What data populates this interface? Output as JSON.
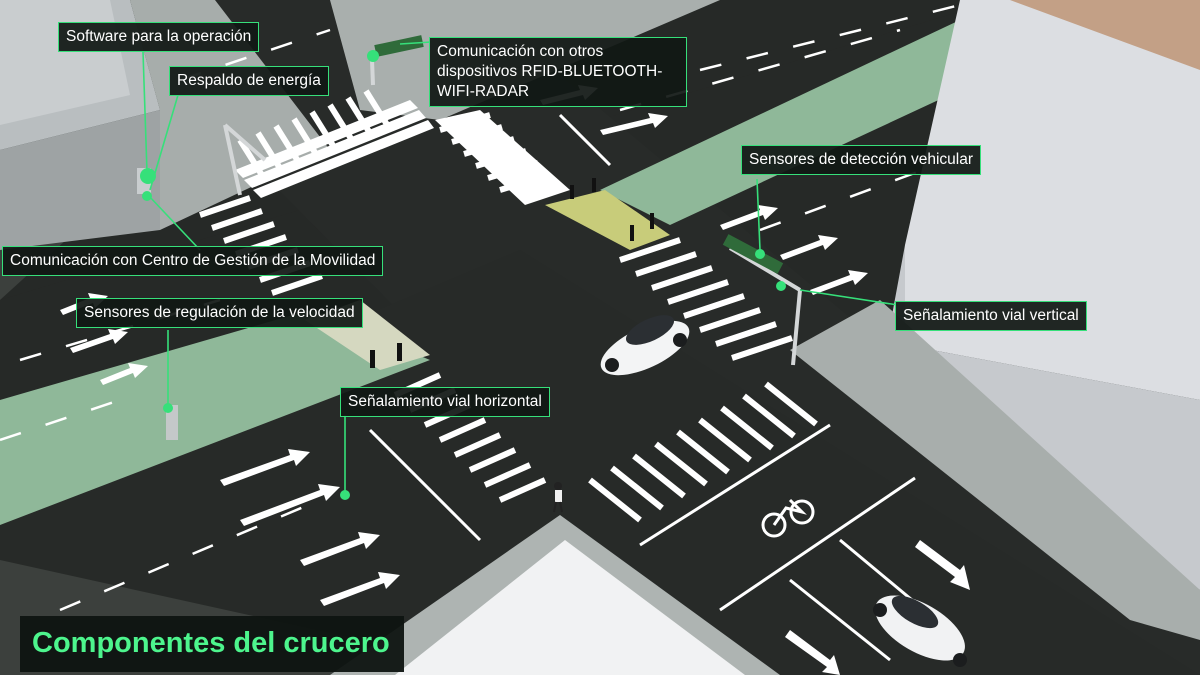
{
  "colors": {
    "accent": "#36e07a",
    "title_text": "#4df58d",
    "label_bg": "#111814",
    "road": "#262927",
    "median": "#8fb899",
    "sidewalk": "#aab1ae",
    "building": "#dfe1e4"
  },
  "labels": {
    "software": "Software para la operación",
    "energia": "Respaldo de energía",
    "comunicacion_dispositivos": "Comunicación con otros dispositivos RFID-BLUETOOTH-WIFI-RADAR",
    "deteccion": "Sensores de detección vehicular",
    "centro_gestion": "Comunicación con Centro de Gestión de la Movilidad",
    "regulacion": "Sensores de regulación de la velocidad",
    "senal_vertical": "Señalamiento vial vertical",
    "senal_horizontal": "Señalamiento vial horizontal"
  },
  "title": "Componentes del crucero",
  "icons": {
    "bicycle": "bicycle-lane-icon",
    "arrows": "lane-arrow-icon"
  }
}
